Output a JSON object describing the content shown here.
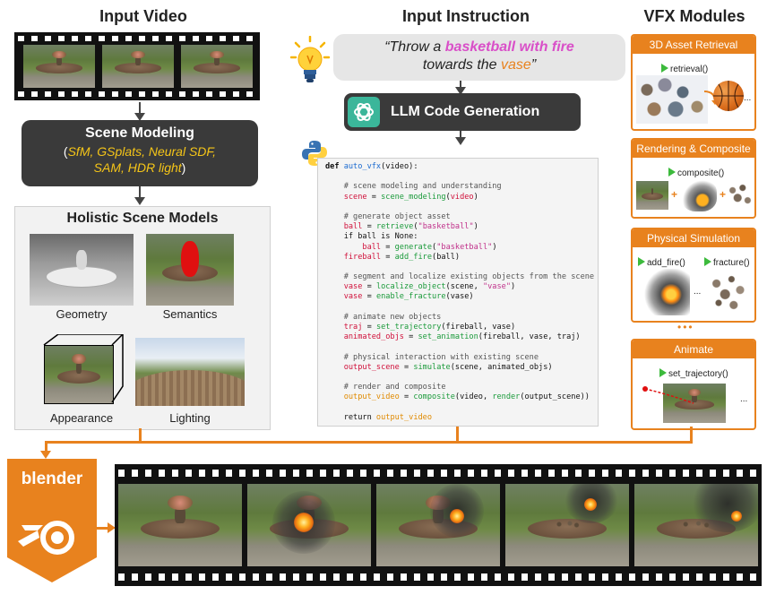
{
  "headers": {
    "input_video": "Input Video",
    "input_instruction": "Input Instruction",
    "vfx_modules": "VFX Modules"
  },
  "instruction": {
    "quote_open": "“Throw a ",
    "highlight_object": "basketball with fire",
    "quote_mid": "towards the ",
    "highlight_target": "vase",
    "quote_close": "”"
  },
  "llm": {
    "label": "LLM Code Generation"
  },
  "scene_modeling": {
    "title": "Scene Modeling",
    "line1_prefix": "(",
    "line1": "SfM, GSplats, Neural SDF,",
    "line2": "SAM, HDR light",
    "line2_suffix": ")"
  },
  "holistic": {
    "title": "Holistic Scene Models",
    "items": [
      {
        "label": "Geometry"
      },
      {
        "label": "Semantics"
      },
      {
        "label": "Appearance"
      },
      {
        "label": "Lighting"
      }
    ]
  },
  "code": {
    "lines": [
      [
        {
          "t": "def ",
          "c": "kw"
        },
        {
          "t": "auto_vfx",
          "c": "fn"
        },
        {
          "t": "(video):",
          "c": "plain"
        }
      ],
      [],
      [
        {
          "t": "    # scene modeling and understanding",
          "c": "cm"
        }
      ],
      [
        {
          "t": "    scene",
          "c": "var"
        },
        {
          "t": " = ",
          "c": "plain"
        },
        {
          "t": "scene_modeling",
          "c": "fn"
        },
        {
          "t": "(",
          "c": "plain"
        },
        {
          "t": "video",
          "c": "var"
        },
        {
          "t": ")",
          "c": "plain"
        }
      ],
      [],
      [
        {
          "t": "    # generate object asset",
          "c": "cm"
        }
      ],
      [
        {
          "t": "    ball",
          "c": "var"
        },
        {
          "t": " = ",
          "c": "plain"
        },
        {
          "t": "retrieve",
          "c": "fn"
        },
        {
          "t": "(",
          "c": "plain"
        },
        {
          "t": "\"basketball\"",
          "c": "str"
        },
        {
          "t": ")",
          "c": "plain"
        }
      ],
      [
        {
          "t": "    if ball is None:",
          "c": "kw"
        }
      ],
      [
        {
          "t": "        ball",
          "c": "var"
        },
        {
          "t": " = ",
          "c": "plain"
        },
        {
          "t": "generate",
          "c": "fn"
        },
        {
          "t": "(",
          "c": "plain"
        },
        {
          "t": "\"basketball\"",
          "c": "str"
        },
        {
          "t": ")",
          "c": "plain"
        }
      ],
      [
        {
          "t": "    fireball",
          "c": "var"
        },
        {
          "t": " = ",
          "c": "plain"
        },
        {
          "t": "add_fire",
          "c": "fn"
        },
        {
          "t": "(ball)",
          "c": "plain"
        }
      ],
      [],
      [
        {
          "t": "    # segment and localize existing objects from the scene",
          "c": "cm"
        }
      ],
      [
        {
          "t": "    vase",
          "c": "var"
        },
        {
          "t": " = ",
          "c": "plain"
        },
        {
          "t": "localize_object",
          "c": "fn"
        },
        {
          "t": "(scene, ",
          "c": "plain"
        },
        {
          "t": "\"vase\"",
          "c": "str"
        },
        {
          "t": ")",
          "c": "plain"
        }
      ],
      [
        {
          "t": "    vase",
          "c": "var"
        },
        {
          "t": " = ",
          "c": "plain"
        },
        {
          "t": "enable_fracture",
          "c": "fn"
        },
        {
          "t": "(vase)",
          "c": "plain"
        }
      ],
      [],
      [
        {
          "t": "    # animate new objects",
          "c": "cm"
        }
      ],
      [
        {
          "t": "    traj",
          "c": "var"
        },
        {
          "t": " = ",
          "c": "plain"
        },
        {
          "t": "set_trajectory",
          "c": "fn"
        },
        {
          "t": "(fireball, vase)",
          "c": "plain"
        }
      ],
      [
        {
          "t": "    animated_objs",
          "c": "var"
        },
        {
          "t": " = ",
          "c": "plain"
        },
        {
          "t": "set_animation",
          "c": "fn"
        },
        {
          "t": "(fireball, vase, traj)",
          "c": "plain"
        }
      ],
      [],
      [
        {
          "t": "    # physical interaction with existing scene",
          "c": "cm"
        }
      ],
      [
        {
          "t": "    output_scene",
          "c": "var"
        },
        {
          "t": " = ",
          "c": "plain"
        },
        {
          "t": "simulate",
          "c": "fn"
        },
        {
          "t": "(scene, animated_objs)",
          "c": "plain"
        }
      ],
      [],
      [
        {
          "t": "    # render and composite",
          "c": "cm"
        }
      ],
      [
        {
          "t": "    output_video",
          "c": "var2"
        },
        {
          "t": " = ",
          "c": "plain"
        },
        {
          "t": "composite",
          "c": "fn"
        },
        {
          "t": "(video, ",
          "c": "plain"
        },
        {
          "t": "render",
          "c": "fn"
        },
        {
          "t": "(output_scene))",
          "c": "plain"
        }
      ],
      [],
      [
        {
          "t": "    return ",
          "c": "kw"
        },
        {
          "t": "output_video",
          "c": "var2"
        }
      ]
    ],
    "colors": {
      "kw": "#111111",
      "fn": "#1a9a3a",
      "var": "#d0103a",
      "var2": "#e08a00",
      "str": "#c0308a",
      "cm": "#555555",
      "plain": "#111111"
    }
  },
  "vfx": {
    "asset_retrieval": {
      "title": "3D Asset Retrieval",
      "fn": "retrieval()",
      "ellipsis": "..."
    },
    "rendering": {
      "title": "Rendering & Composite",
      "fn": "composite()",
      "plus": "+"
    },
    "physics": {
      "title": "Physical Simulation",
      "fn1": "add_fire()",
      "fn2": "fracture()",
      "ellipsis": "..."
    },
    "more": "•••",
    "animate": {
      "title": "Animate",
      "fn": "set_trajectory()",
      "ellipsis": "..."
    }
  },
  "blender": {
    "label": "blender"
  },
  "colors": {
    "accent_orange": "#e8821e",
    "dark_box": "#3a3a3a",
    "yellow_text": "#f5c518",
    "magenta": "#d94fc8",
    "green_play": "#3cba3c"
  }
}
